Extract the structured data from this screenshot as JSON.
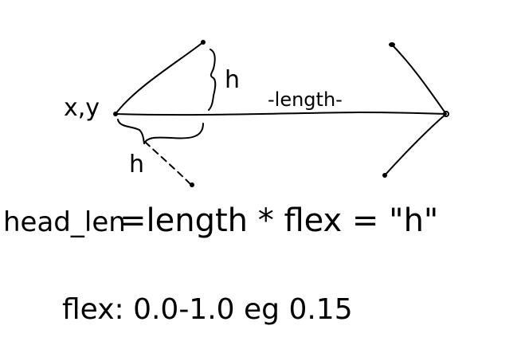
{
  "diagram": {
    "type": "hand-drawn arrow geometry sketch",
    "background": "#ffffff",
    "ink_color": "#000000",
    "labels": {
      "origin": "x,y",
      "length": "-length-",
      "h_upper": "h",
      "h_lower": "h"
    },
    "formula": {
      "lhs": "head_len",
      "rhs": "=length * flex = \"h\""
    },
    "note": {
      "text": "flex: 0.0-1.0 eg 0.15"
    }
  }
}
